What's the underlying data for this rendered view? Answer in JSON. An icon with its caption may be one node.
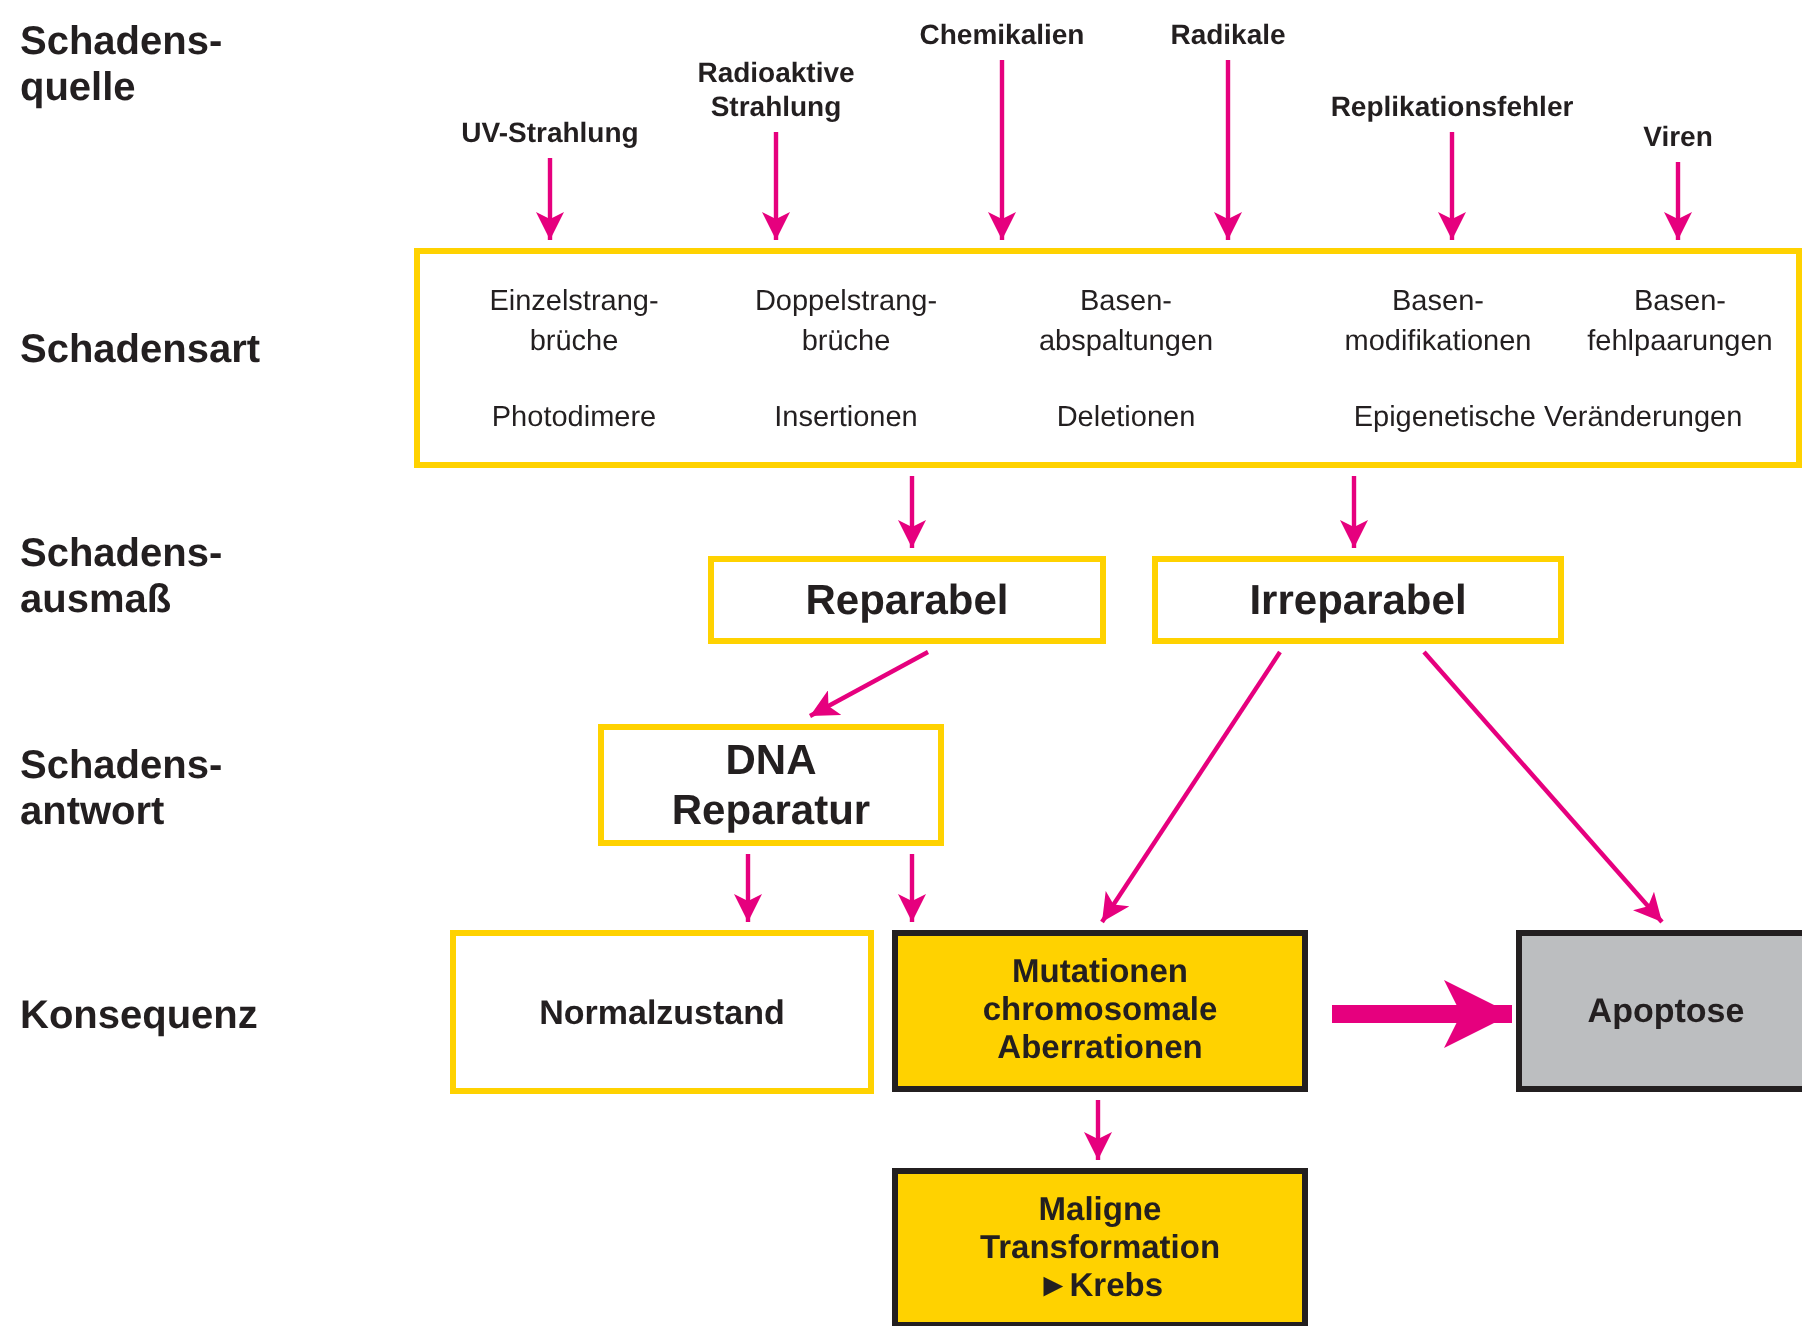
{
  "diagram": {
    "nodes": [
      {
        "text": [
          "UV-Strahlung"
        ]
      },
      {
        "text": [
          "Radioaktive Strahlung"
        ]
      },
      {
        "text": [
          "Chemikalien"
        ]
      },
      {
        "text": [
          "Radikale"
        ]
      },
      {
        "text": [
          "Replikationsfehler"
        ]
      },
      {
        "text": [
          "Viren"
        ]
      },
      {
        "text": [
          "Einzelstrang- brüche",
          "Doppelstrang- brüche",
          "Basen- abspaltungen",
          "Basen- modifikationen",
          "Basen- fehlpaarungen",
          "Photodimere",
          "Insertionen",
          "Deletionen",
          "Epigenetische Veränderungen"
        ]
      },
      {
        "text": [
          "Reparabel"
        ]
      },
      {
        "text": [
          "Irreparabel"
        ]
      },
      {
        "text": [
          "DNA Reparatur"
        ]
      },
      {
        "text": [
          "Normalzustand"
        ]
      },
      {
        "text": [
          "Mutationen chromosomale Aberrationen"
        ]
      },
      {
        "text": [
          "Apoptose"
        ]
      },
      {
        "text": [
          "Maligne Transformation ►Krebs"
        ]
      }
    ],
    "edges": [
      {
        "from": 0,
        "to": 6,
        "arrow": "to"
      },
      {
        "from": 1,
        "to": 6,
        "arrow": "to"
      },
      {
        "from": 2,
        "to": 6,
        "arrow": "to"
      },
      {
        "from": 3,
        "to": 6,
        "arrow": "to"
      },
      {
        "from": 4,
        "to": 6,
        "arrow": "to"
      },
      {
        "from": 5,
        "to": 6,
        "arrow": "to"
      },
      {
        "from": 6,
        "to": 7,
        "arrow": "to"
      },
      {
        "from": 6,
        "to": 8,
        "arrow": "to"
      },
      {
        "from": 7,
        "to": 9,
        "arrow": "to"
      },
      {
        "from": 8,
        "to": 11,
        "arrow": "to"
      },
      {
        "from": 8,
        "to": 12,
        "arrow": "to"
      },
      {
        "from": 9,
        "to": 10,
        "arrow": "to"
      },
      {
        "from": 9,
        "to": 11,
        "arrow": "to"
      },
      {
        "from": 11,
        "to": 12,
        "arrow": "to",
        "style": "thick"
      },
      {
        "from": 11,
        "to": 13,
        "arrow": "to"
      }
    ],
    "labels": [
      "Schadens- quelle",
      "Schadensart",
      "Schadens- ausmaß",
      "Schadens- antwort",
      "Konsequenz"
    ]
  }
}
